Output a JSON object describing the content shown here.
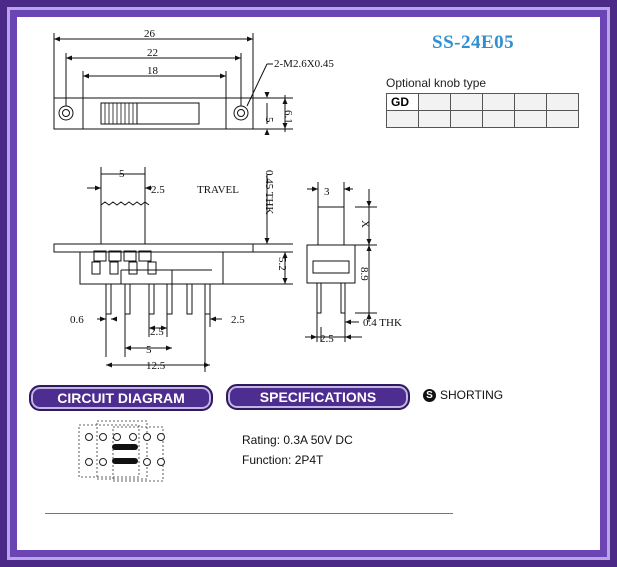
{
  "model": "SS-24E05",
  "knob": {
    "label": "Optional knob type",
    "header": "GD"
  },
  "top_view": {
    "dim_total": "26",
    "dim_holes": "22",
    "dim_body": "18",
    "dim_height": "5",
    "dim_overall_height": "6.1",
    "hole_spec": "2-M2.6X0.45"
  },
  "side_view": {
    "knob_width": "5",
    "travel_value": "2.5",
    "travel_label": "TRAVEL",
    "thickness": "0.45 THK",
    "body_height": "5.2",
    "pin_width": "0.6",
    "pitch_small_left": "2.5",
    "pitch_small_right": "2.5",
    "pitch_mid": "5",
    "pitch_total": "12.5"
  },
  "end_view": {
    "knob_width": "3",
    "knob_height": "X",
    "body_height": "8.9",
    "pin_thickness": "0.4 THK",
    "pin_pitch": "2.5"
  },
  "sections": {
    "circuit_label": "CIRCUIT DIAGRAM",
    "specs_label": "SPECIFICATIONS",
    "shorting_icon": "S",
    "shorting_label": "SHORTING"
  },
  "specs": {
    "rating": "Rating: 0.3A 50V DC",
    "function": "Function: 2P4T"
  },
  "colors": {
    "frame": "#4a2a86",
    "pill": "#4d2d8f",
    "model": "#2f8fd0"
  }
}
